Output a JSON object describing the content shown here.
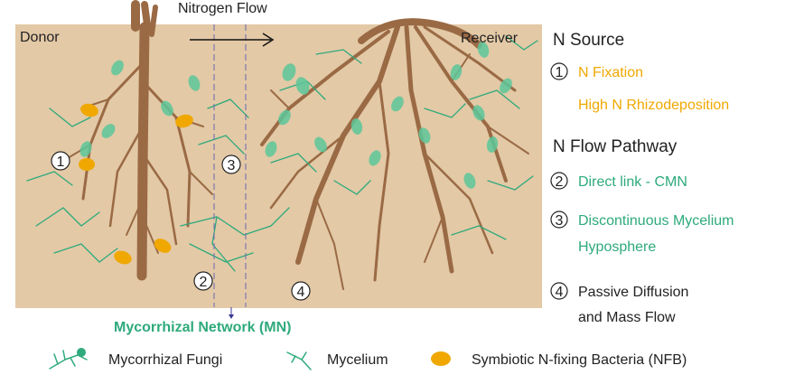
{
  "diagram": {
    "flow_label": "Nitrogen Flow",
    "donor_label": "Donor",
    "receiver_label": "Receiver",
    "network_label": "Mycorrhizal Network (MN)",
    "markers": [
      "1",
      "2",
      "3",
      "4"
    ]
  },
  "legend_side": {
    "source_heading": "N Source",
    "source_items": [
      {
        "num": "1",
        "lines": [
          "N Fixation"
        ]
      },
      {
        "num": "",
        "lines": [
          "High N Rhizodeposition"
        ]
      }
    ],
    "pathway_heading": "N Flow Pathway",
    "pathway_items": [
      {
        "num": "2",
        "lines": [
          "Direct link - CMN"
        ]
      },
      {
        "num": "3",
        "lines": [
          "Discontinuous Mycelium",
          "Hyposphere"
        ]
      },
      {
        "num": "4",
        "lines": [
          "Passive Diffusion",
          "and Mass Flow"
        ]
      }
    ]
  },
  "legend_bottom": {
    "fungi": "Mycorrhizal Fungi",
    "mycelium": "Mycelium",
    "bacteria": "Symbiotic N-fixing Bacteria (NFB)"
  },
  "colors": {
    "soil": "#e3c9a6",
    "root": "#9a6a45",
    "fungi": "#2eaa7c",
    "bacteria": "#f0a800",
    "source_text": "#f0a800",
    "pathway_text": "#2eaa7c"
  }
}
